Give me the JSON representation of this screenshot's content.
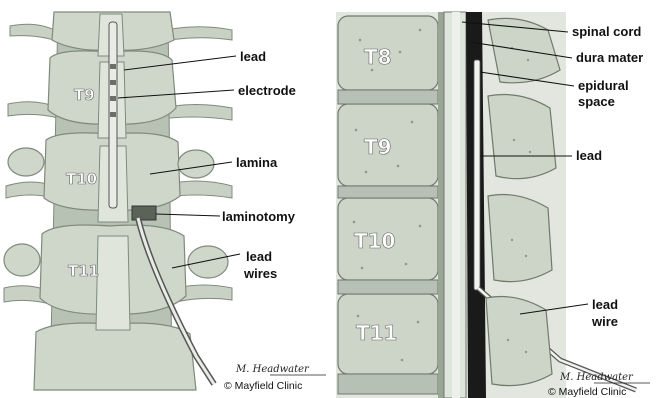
{
  "left_panel": {
    "vertebrae": [
      "T9",
      "T10",
      "T11"
    ],
    "labels": {
      "lead": "lead",
      "electrode": "electrode",
      "lamina": "lamina",
      "laminotomy": "laminotomy",
      "lead_wires_line1": "lead",
      "lead_wires_line2": "wires"
    },
    "signature": "M. Headwater",
    "credit": "© Mayfield Clinic"
  },
  "right_panel": {
    "vertebrae": [
      "T8",
      "T9",
      "T10",
      "T11"
    ],
    "labels": {
      "spinal_cord": "spinal cord",
      "dura_mater": "dura mater",
      "epidural_line1": "epidural",
      "epidural_line2": "space",
      "lead": "lead",
      "lead_wire_line1": "lead",
      "lead_wire_line2": "wire"
    },
    "signature": "M. Headwater",
    "credit": "© Mayfield Clinic"
  },
  "colors": {
    "bone": "#cdd5c8",
    "bone_shadow": "#8f9a8c",
    "disc": "#b7c0b4",
    "cord": "#dfe4dc",
    "epidural": "#1a1a1a"
  }
}
